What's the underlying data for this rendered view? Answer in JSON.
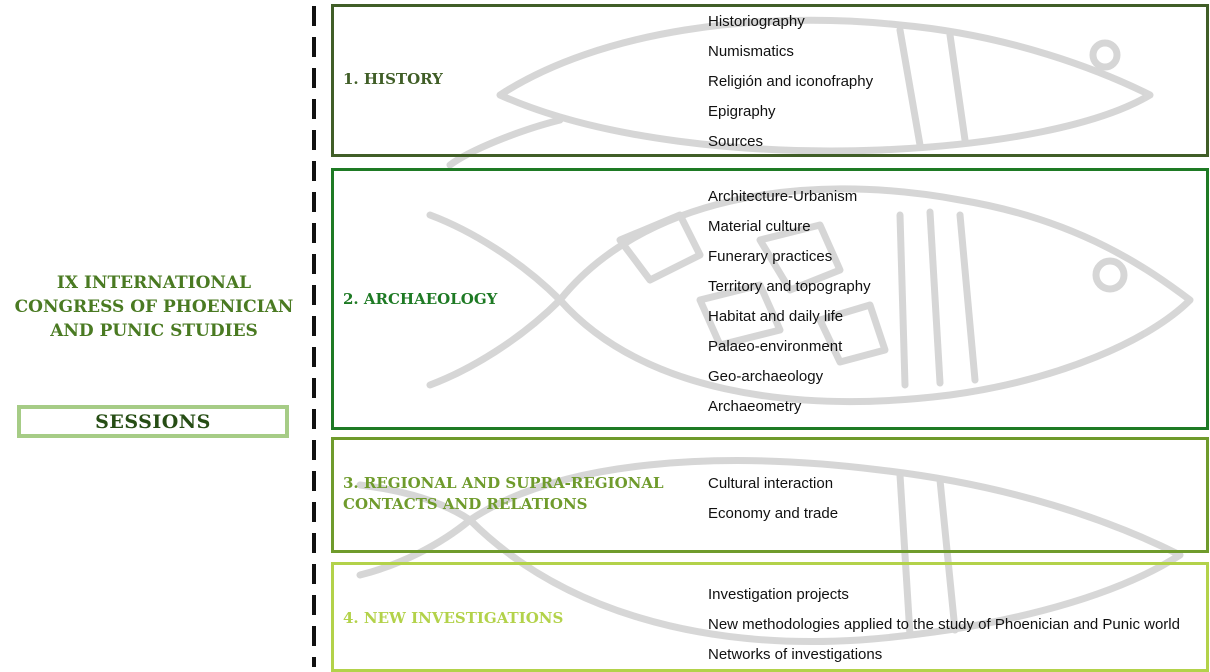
{
  "congress": {
    "title_lines": [
      "IX INTERNATIONAL",
      "CONGRESS OF PHOENICIAN",
      "AND PUNIC STUDIES"
    ]
  },
  "sessions_label": "SESSIONS",
  "colors": {
    "session1": "#405e27",
    "session2": "#1e7a24",
    "session3": "#6f9b2c",
    "session4": "#b3d24a",
    "title_text": "#4a7a22",
    "sessions_box_border": "#a6cc86"
  },
  "sessions": [
    {
      "title": "1. HISTORY",
      "topics": [
        "Historiography",
        "Numismatics",
        "Religión and iconofraphy",
        "Epigraphy",
        "Sources"
      ]
    },
    {
      "title": "2. ARCHAEOLOGY",
      "topics": [
        "Architecture-Urbanism",
        "Material culture",
        "Funerary practices",
        "Territory and topography",
        "Habitat and daily life",
        "Palaeo-environment",
        "Geo-archaeology",
        "Archaeometry"
      ]
    },
    {
      "title": "3. REGIONAL AND SUPRA-REGIONAL\nCONTACTS AND RELATIONS",
      "topics": [
        "Cultural interaction",
        "Economy and trade"
      ]
    },
    {
      "title": "4. NEW INVESTIGATIONS",
      "topics": [
        "Investigation projects",
        "New methodologies applied to the study of Phoenician and Punic world",
        "Networks of investigations"
      ]
    }
  ]
}
